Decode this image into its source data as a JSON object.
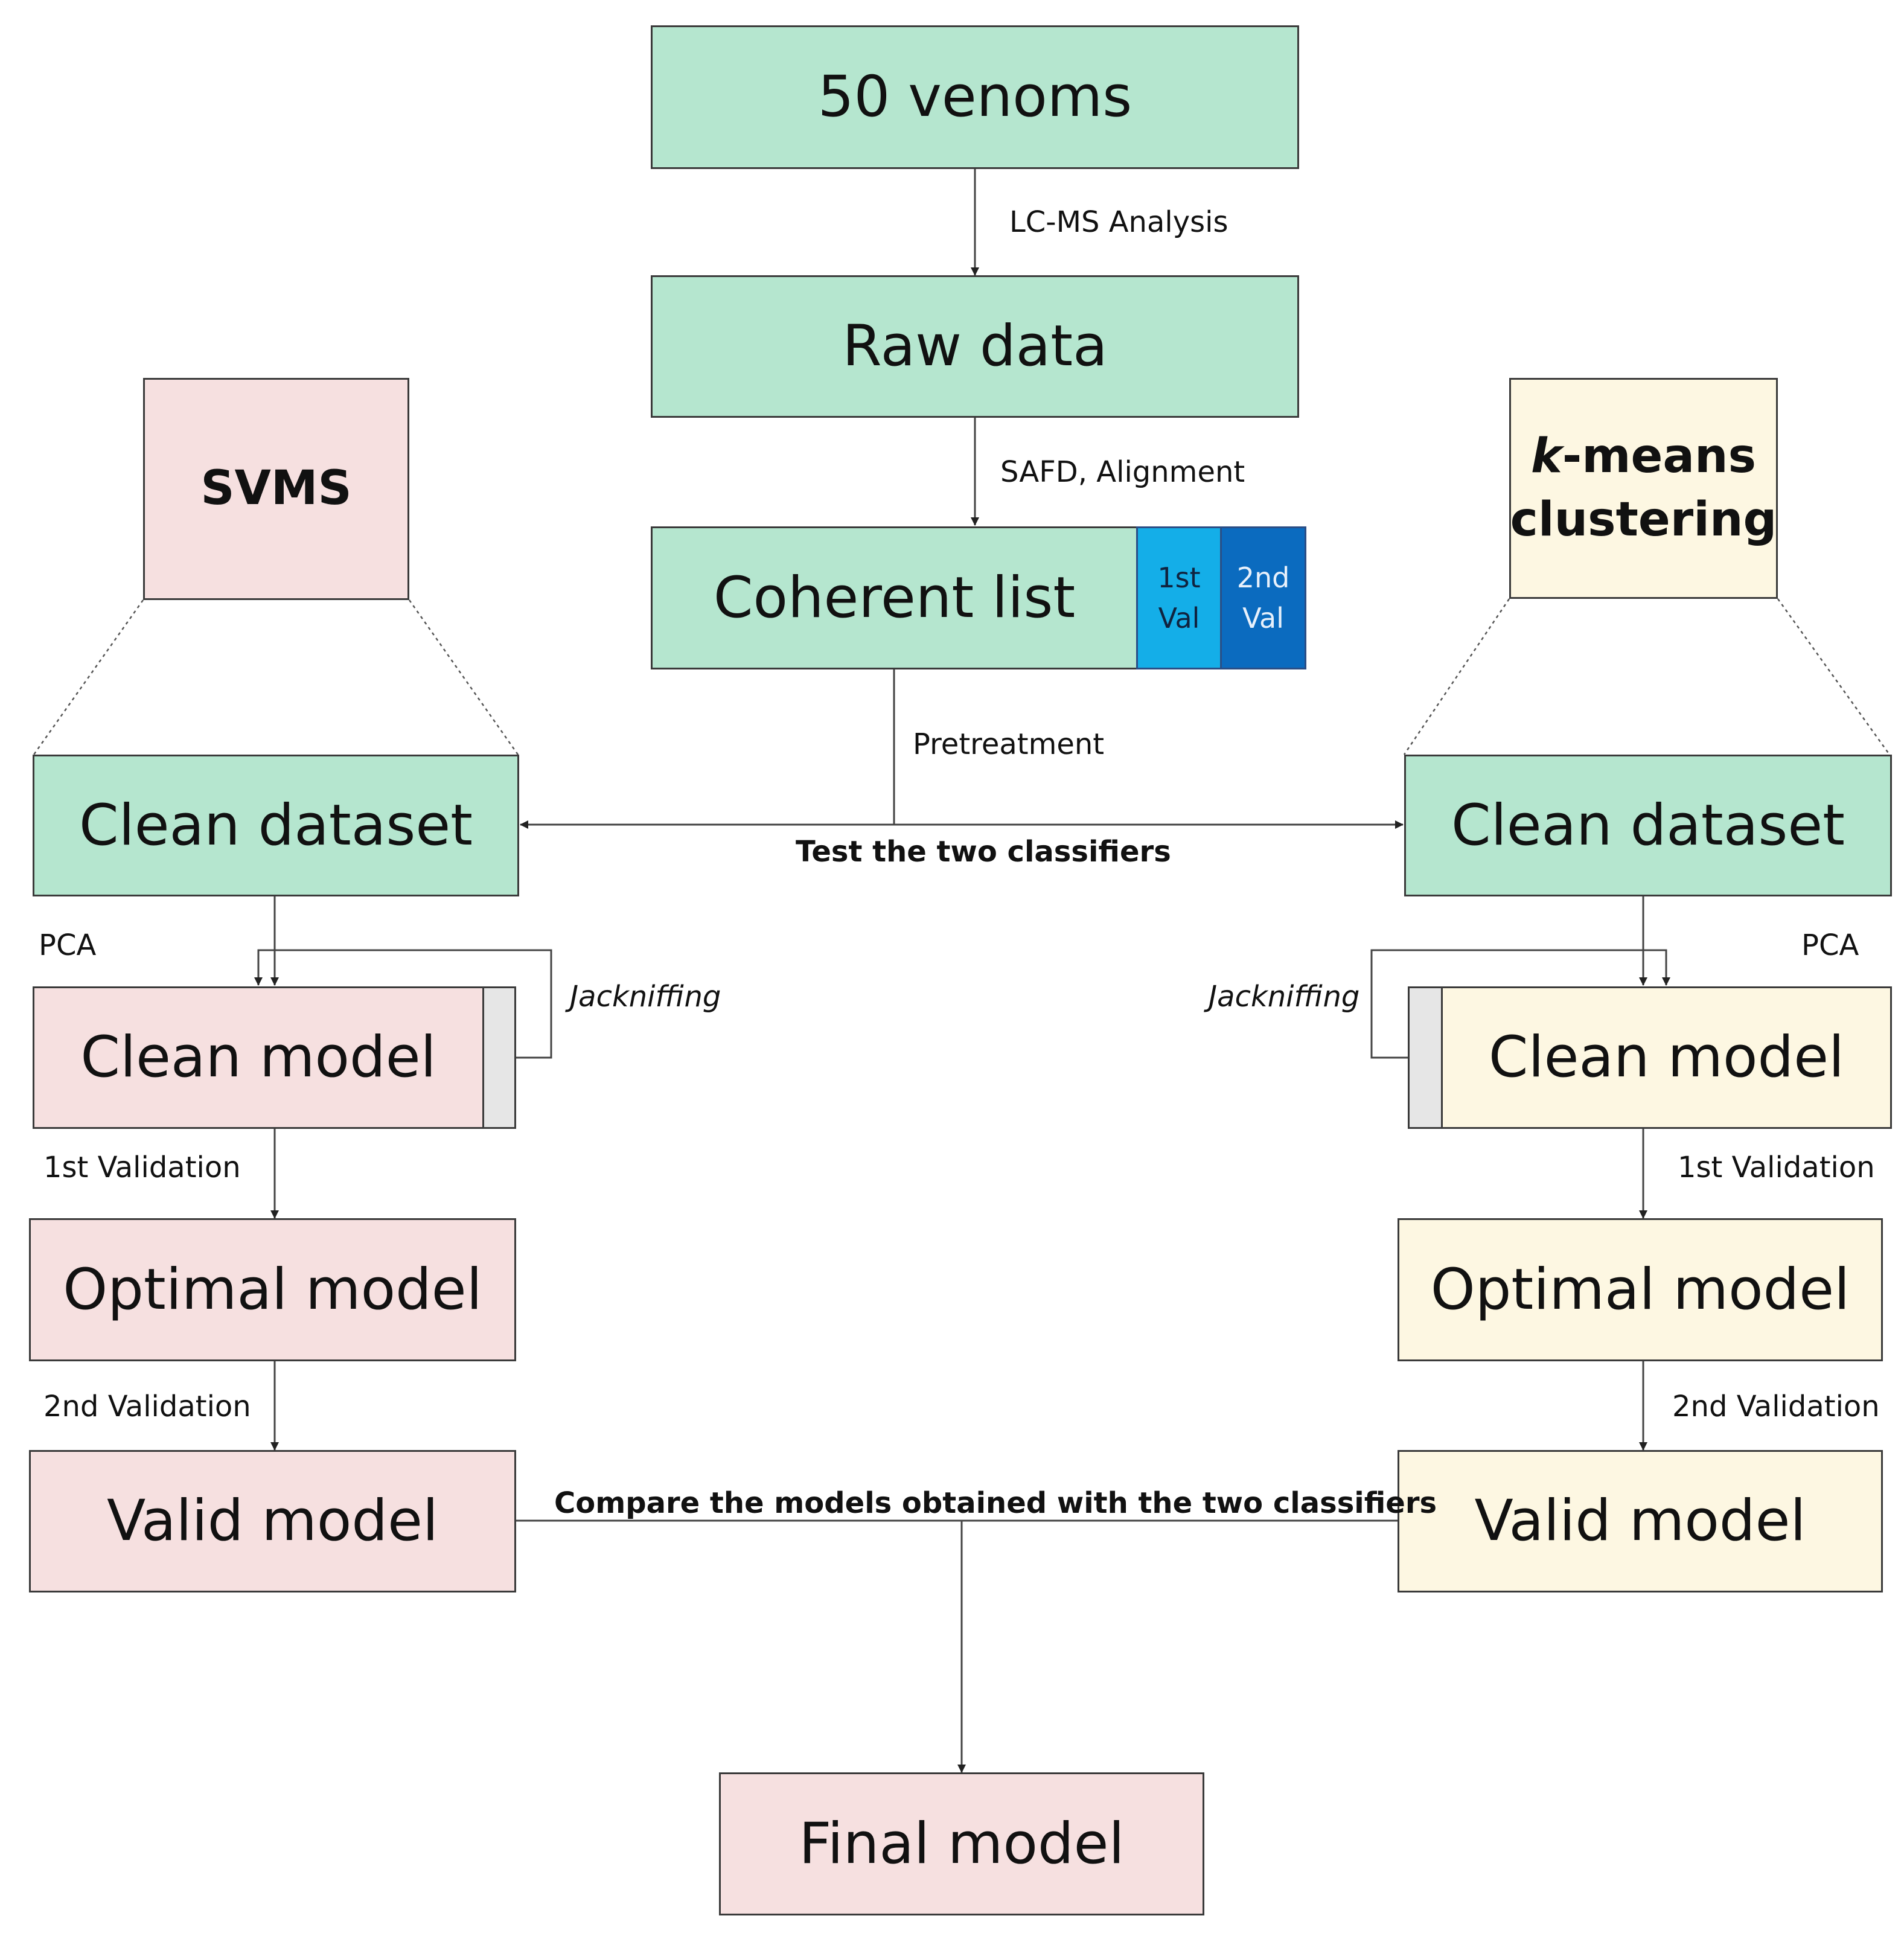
{
  "top": {
    "venoms": "50 venoms",
    "lcms_label": "LC-MS Analysis",
    "raw_data": "Raw data",
    "safd_label": "SAFD, Alignment",
    "coherent_list": "Coherent list",
    "val1": "1st Val",
    "val2": "2nd Val",
    "pretreatment_label": "Pretreatment",
    "test_label": "Test the two classifiers"
  },
  "left": {
    "classifier": "SVMS",
    "clean_dataset": "Clean dataset",
    "pca_label": "PCA",
    "jackniffing_label": "Jackniffing",
    "clean_model": "Clean model",
    "first_validation_label": "1st Validation",
    "optimal_model": "Optimal model",
    "second_validation_label": "2nd Validation",
    "valid_model": "Valid model"
  },
  "right": {
    "classifier_italic": "k",
    "classifier_rest": "-means",
    "classifier_line2": "clustering",
    "clean_dataset": "Clean dataset",
    "pca_label": "PCA",
    "jackniffing_label": "Jackniffing",
    "clean_model": "Clean model",
    "first_validation_label": "1st Validation",
    "optimal_model": "Optimal model",
    "second_validation_label": "2nd Validation",
    "valid_model": "Valid model"
  },
  "bottom": {
    "compare_label": "Compare the models obtained with the two classifiers",
    "final_model": "Final model"
  },
  "colors": {
    "green": "#b5e6cf",
    "pink": "#f6e0e0",
    "cream": "#fdf7e2",
    "val1": "#14aee8",
    "val2": "#0b6bbf",
    "strip": "#e6e6e6"
  }
}
